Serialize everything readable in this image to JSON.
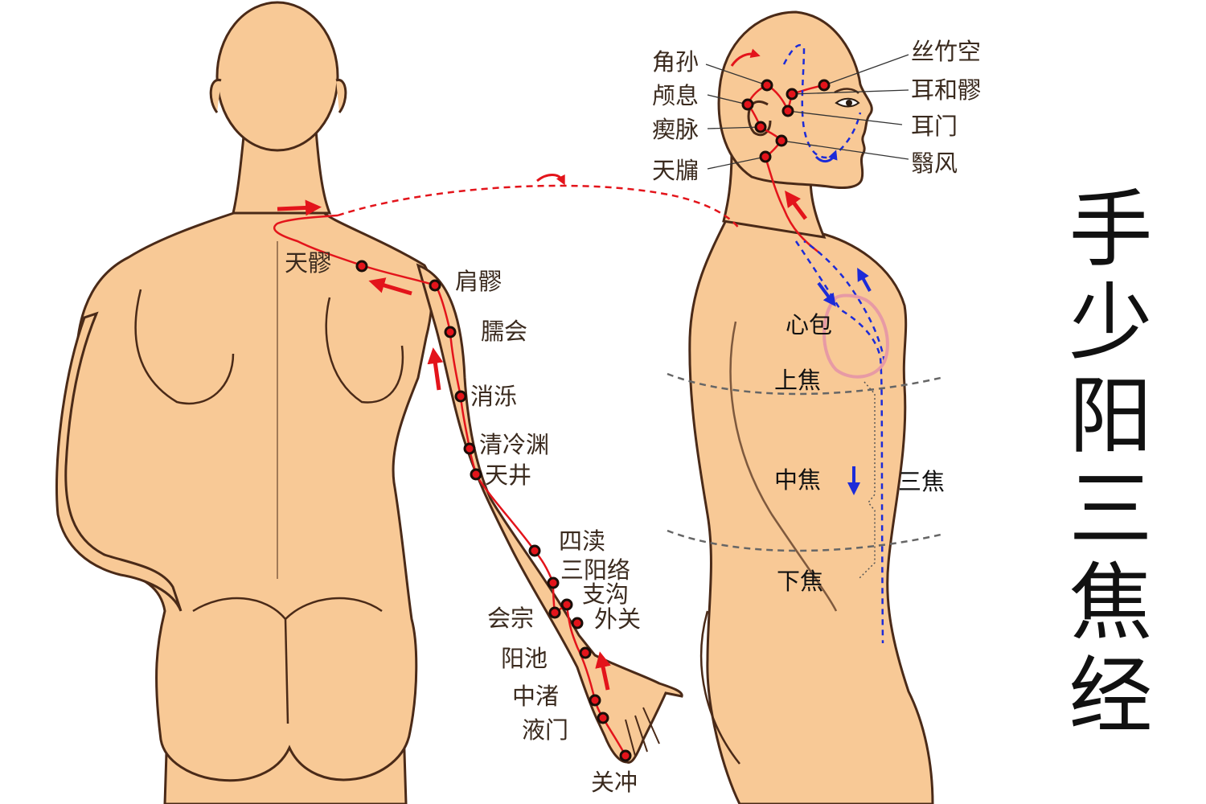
{
  "title": "手少阳三焦经",
  "colors": {
    "skin": "#f8c996",
    "outline": "#4a2a18",
    "meridian": "#e3141b",
    "internal": "#1c2bd8",
    "point_fill": "#e3141b",
    "point_ring": "#1a0d08",
    "pericardium": "#e79aa5",
    "boundary": "#666666"
  },
  "back_points": [
    {
      "id": "tianliao",
      "name": "天髎"
    },
    {
      "id": "jianliao",
      "name": "肩髎"
    },
    {
      "id": "naohui",
      "name": "臑会"
    },
    {
      "id": "xiaoluo",
      "name": "消泺"
    },
    {
      "id": "qinglengyuan",
      "name": "清冷渊"
    },
    {
      "id": "tianjing",
      "name": "天井"
    },
    {
      "id": "sidu",
      "name": "四渎"
    },
    {
      "id": "sanyangluo",
      "name": "三阳络"
    },
    {
      "id": "zhigou",
      "name": "支沟"
    },
    {
      "id": "huizong",
      "name": "会宗"
    },
    {
      "id": "waiguan",
      "name": "外关"
    },
    {
      "id": "yangchi",
      "name": "阳池"
    },
    {
      "id": "zhongzhu",
      "name": "中渚"
    },
    {
      "id": "yemen",
      "name": "液门"
    },
    {
      "id": "guanchong",
      "name": "关冲"
    }
  ],
  "head_points": [
    {
      "id": "jiaosun",
      "name": "角孙"
    },
    {
      "id": "luxi",
      "name": "颅息"
    },
    {
      "id": "chimai",
      "name": "瘈脉"
    },
    {
      "id": "tianyou",
      "name": "天牖"
    },
    {
      "id": "sizhukong",
      "name": "丝竹空"
    },
    {
      "id": "erheliao",
      "name": "耳和髎"
    },
    {
      "id": "ermen",
      "name": "耳门"
    },
    {
      "id": "yifeng",
      "name": "翳风"
    }
  ],
  "internal_labels": {
    "xinbao": "心包",
    "shangjiao": "上焦",
    "zhongjiao": "中焦",
    "xiajiao": "下焦",
    "sanjiao": "三焦"
  }
}
